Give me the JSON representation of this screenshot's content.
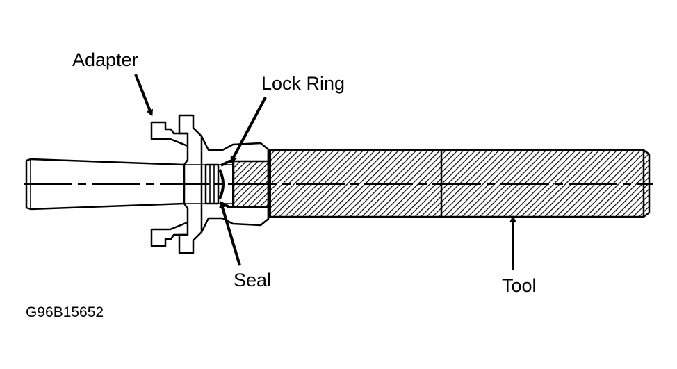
{
  "labels": {
    "adapter": "Adapter",
    "lock_ring": "Lock Ring",
    "seal": "Seal",
    "tool": "Tool"
  },
  "figure_code": "G96B15652",
  "colors": {
    "ink": "#000000",
    "background": "#ffffff"
  }
}
